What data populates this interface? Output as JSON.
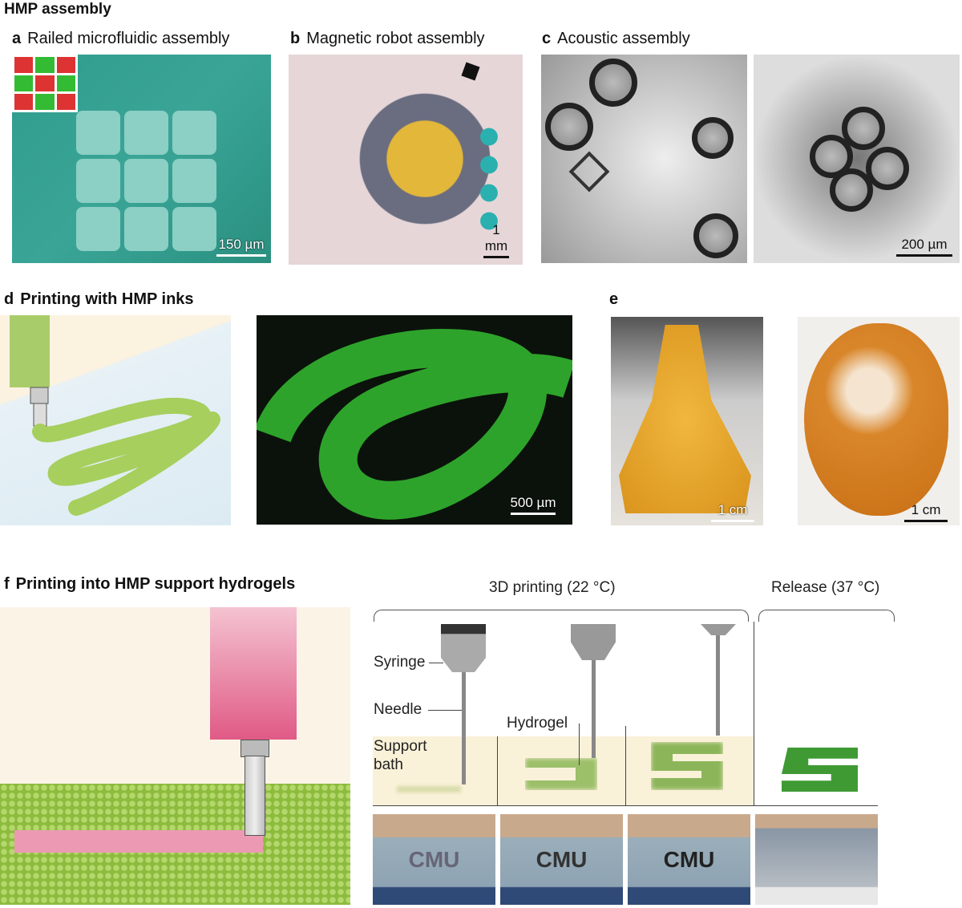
{
  "title": "HMP assembly",
  "panels": {
    "a": {
      "letter": "a",
      "title": "Railed microfluidic assembly",
      "scale": "150 µm"
    },
    "b": {
      "letter": "b",
      "title": "Magnetic robot assembly",
      "scale": "1 mm"
    },
    "c": {
      "letter": "c",
      "title": "Acoustic assembly",
      "scale": "200 µm"
    },
    "d": {
      "letter": "d",
      "title": "Printing with HMP inks",
      "scale": "500 µm"
    },
    "e": {
      "letter": "e",
      "scale_left": "1 cm",
      "scale_right": "1 cm"
    },
    "f": {
      "letter": "f",
      "title": "Printing into HMP support hydrogels",
      "stage1": "3D printing (22 °C)",
      "stage2": "Release (37 °C)",
      "syringe": "Syringe",
      "needle": "Needle",
      "hydrogel": "Hydrogel",
      "support": "Support",
      "bath": "bath",
      "photo_texts": [
        "CMU",
        "CMU",
        "CMU"
      ]
    }
  },
  "colors": {
    "green": "#8fc44a",
    "pink": "#e0507a",
    "teal": "#2aa395"
  }
}
